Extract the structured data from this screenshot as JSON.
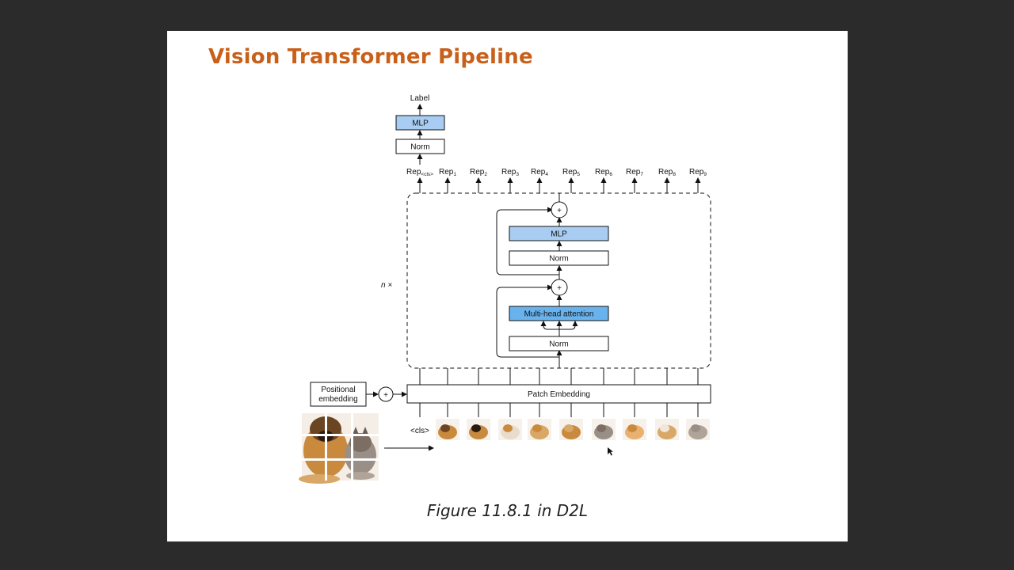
{
  "slide": {
    "title": "Vision Transformer Pipeline",
    "caption": "Figure 11.8.1 in D2L"
  },
  "diagram": {
    "head": {
      "output_label": "Label",
      "mlp_label": "MLP",
      "norm_label": "Norm"
    },
    "outputs": [
      {
        "base": "Rep",
        "sub": "<cls>"
      },
      {
        "base": "Rep",
        "sub": "1"
      },
      {
        "base": "Rep",
        "sub": "2"
      },
      {
        "base": "Rep",
        "sub": "3"
      },
      {
        "base": "Rep",
        "sub": "4"
      },
      {
        "base": "Rep",
        "sub": "5"
      },
      {
        "base": "Rep",
        "sub": "6"
      },
      {
        "base": "Rep",
        "sub": "7"
      },
      {
        "base": "Rep",
        "sub": "8"
      },
      {
        "base": "Rep",
        "sub": "9"
      }
    ],
    "encoder": {
      "repeat_label": "n ×",
      "mlp_label": "MLP",
      "norm2_label": "Norm",
      "attention_label": "Multi-head attention",
      "norm1_label": "Norm",
      "plus_symbol": "+"
    },
    "embedding": {
      "patch_embedding_label": "Patch Embedding",
      "positional_line1": "Positional",
      "positional_line2": "embedding",
      "plus_symbol": "+",
      "cls_token_label": "<cls>"
    },
    "colors": {
      "mlp_fill": "#a9cdf2",
      "attention_fill": "#68b3ee",
      "title": "#c8601a",
      "arrow": "#111111"
    }
  }
}
